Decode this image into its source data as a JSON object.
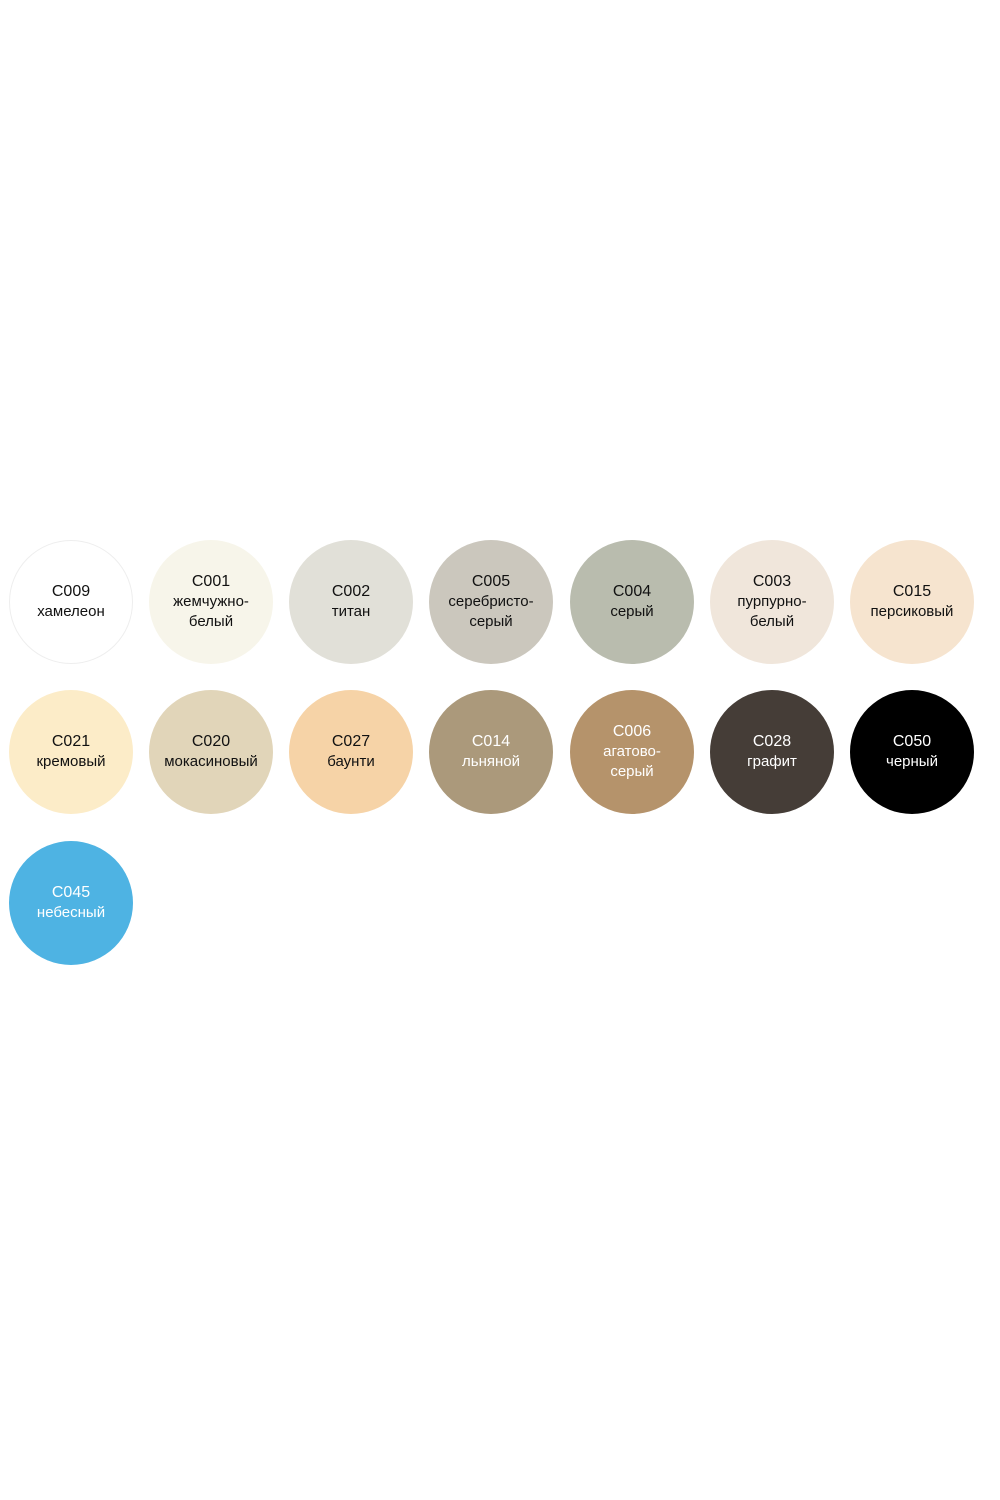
{
  "swatches": [
    {
      "code": "C009",
      "name": "хамелеон",
      "color": "#ffffff",
      "text_color": "#111111"
    },
    {
      "code": "C001",
      "name": "жемчужно-\nбелый",
      "color": "#f7f5ea",
      "text_color": "#111111"
    },
    {
      "code": "C002",
      "name": "титан",
      "color": "#e1e0d8",
      "text_color": "#111111"
    },
    {
      "code": "C005",
      "name": "серебристо-\nсерый",
      "color": "#cbc7bd",
      "text_color": "#111111"
    },
    {
      "code": "C004",
      "name": "серый",
      "color": "#b9bcae",
      "text_color": "#111111"
    },
    {
      "code": "C003",
      "name": "пурпурно-\nбелый",
      "color": "#f0e6db",
      "text_color": "#111111"
    },
    {
      "code": "C015",
      "name": "персиковый",
      "color": "#f6e4cf",
      "text_color": "#111111"
    },
    {
      "code": "C021",
      "name": "кремовый",
      "color": "#fcecc8",
      "text_color": "#111111"
    },
    {
      "code": "C020",
      "name": "мокасиновый",
      "color": "#e1d5b9",
      "text_color": "#111111"
    },
    {
      "code": "C027",
      "name": "баунти",
      "color": "#f6d3a7",
      "text_color": "#111111"
    },
    {
      "code": "C014",
      "name": "льняной",
      "color": "#ab997b",
      "text_color": "#ffffff"
    },
    {
      "code": "C006",
      "name": "агатово-\nсерый",
      "color": "#b5936b",
      "text_color": "#ffffff"
    },
    {
      "code": "C028",
      "name": "графит",
      "color": "#453d37",
      "text_color": "#ffffff"
    },
    {
      "code": "C050",
      "name": "черный",
      "color": "#000000",
      "text_color": "#ffffff"
    },
    {
      "code": "C045",
      "name": "небесный",
      "color": "#4eb3e3",
      "text_color": "#ffffff"
    }
  ]
}
